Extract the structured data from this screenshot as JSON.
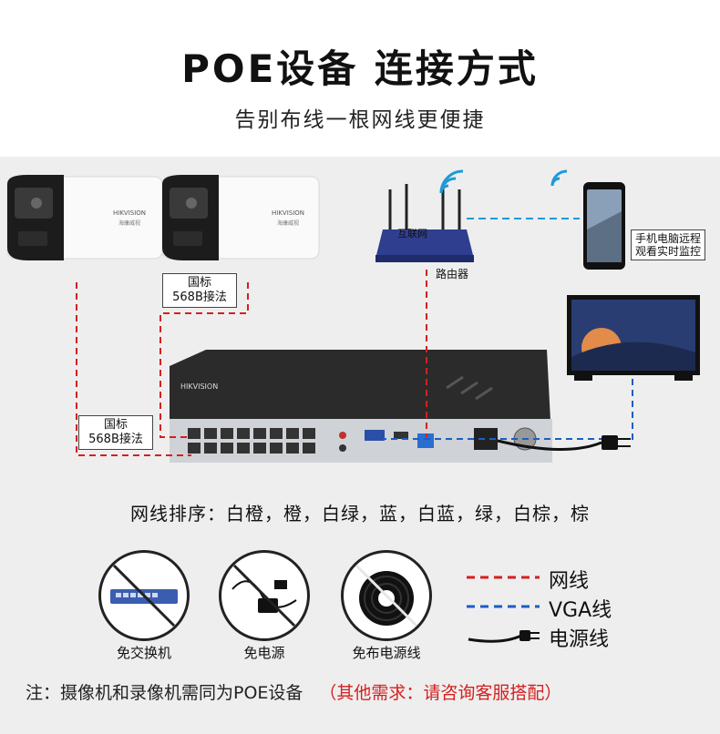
{
  "header": {
    "title": "POE设备 连接方式",
    "subtitle": "告别布线一根网线更便捷"
  },
  "diagram": {
    "label_568b_top_line1": "国标",
    "label_568b_top_line2": "568B接法",
    "label_568b_left_line1": "国标",
    "label_568b_left_line2": "568B接法",
    "router_label": "路由器",
    "internet_label": "互联网",
    "phone_caption_line1": "手机电脑远程",
    "phone_caption_line2": "观看实时监控",
    "camera_brand": "HIKVISION",
    "camera_brand_cn": "海康威视",
    "nvr_brand": "HIKVISION"
  },
  "wire_order": "网线排序：白橙，橙，白绿，蓝，白蓝，绿，白棕，棕",
  "benefits": [
    {
      "label": "免交换机",
      "icon": "switch-icon"
    },
    {
      "label": "免电源",
      "icon": "power-adapter-icon"
    },
    {
      "label": "免布电源线",
      "icon": "cable-coil-icon"
    }
  ],
  "legend": [
    {
      "label": "网线",
      "color": "#d42020",
      "style": "dashed"
    },
    {
      "label": "VGA线",
      "color": "#1a5fc4",
      "style": "dashed"
    },
    {
      "label": "电源线",
      "color": "#111111",
      "style": "plug"
    }
  ],
  "footer": {
    "note": "注：摄像机和录像机需同为POE设备",
    "note_red": "（其他需求：请咨询客服搭配）"
  },
  "colors": {
    "network_line": "#d42020",
    "vga_line": "#1a5fc4",
    "wifi": "#1e9ad6"
  }
}
